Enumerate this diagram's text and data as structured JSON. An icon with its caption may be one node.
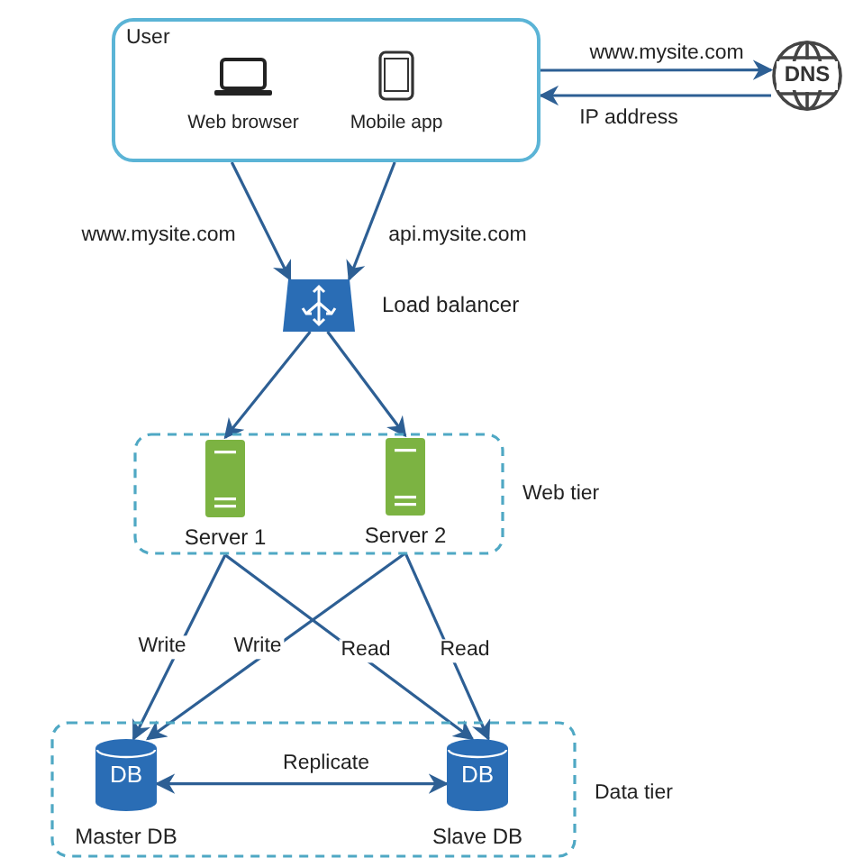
{
  "diagram": {
    "nodes": [
      {
        "text": [
          "User"
        ]
      },
      {
        "text": [
          "Web browser"
        ],
        "in": 0
      },
      {
        "text": [
          "Mobile app"
        ],
        "in": 0
      },
      {
        "text": [
          "DNS"
        ]
      },
      {
        "text": [
          "Load balancer"
        ]
      },
      {
        "text": [
          "Web tier"
        ]
      },
      {
        "text": [
          "Server 1"
        ],
        "in": 5
      },
      {
        "text": [
          "Server 2"
        ],
        "in": 5
      },
      {
        "text": [
          "Data tier"
        ]
      },
      {
        "text": [
          "DB",
          "Master DB"
        ],
        "in": 8
      },
      {
        "text": [
          "DB",
          "Slave DB"
        ],
        "in": 8
      }
    ],
    "edges": [
      {
        "from": 0,
        "to": 3,
        "label": "www.mysite.com",
        "arrow": "to"
      },
      {
        "from": 3,
        "to": 0,
        "label": "IP address",
        "arrow": "to"
      },
      {
        "from": 0,
        "to": 4,
        "label": "www.mysite.com",
        "arrow": "to"
      },
      {
        "from": 0,
        "to": 4,
        "label": "api.mysite.com",
        "arrow": "to"
      },
      {
        "from": 4,
        "to": 6,
        "arrow": "to"
      },
      {
        "from": 4,
        "to": 7,
        "arrow": "to"
      },
      {
        "from": 6,
        "to": 9,
        "label": "Write",
        "arrow": "to"
      },
      {
        "from": 7,
        "to": 9,
        "label": "Write",
        "arrow": "to"
      },
      {
        "from": 6,
        "to": 10,
        "label": "Read",
        "arrow": "to"
      },
      {
        "from": 7,
        "to": 10,
        "label": "Read",
        "arrow": "to"
      },
      {
        "from": 9,
        "to": 10,
        "label": "Replicate",
        "arrow": "both"
      }
    ]
  }
}
